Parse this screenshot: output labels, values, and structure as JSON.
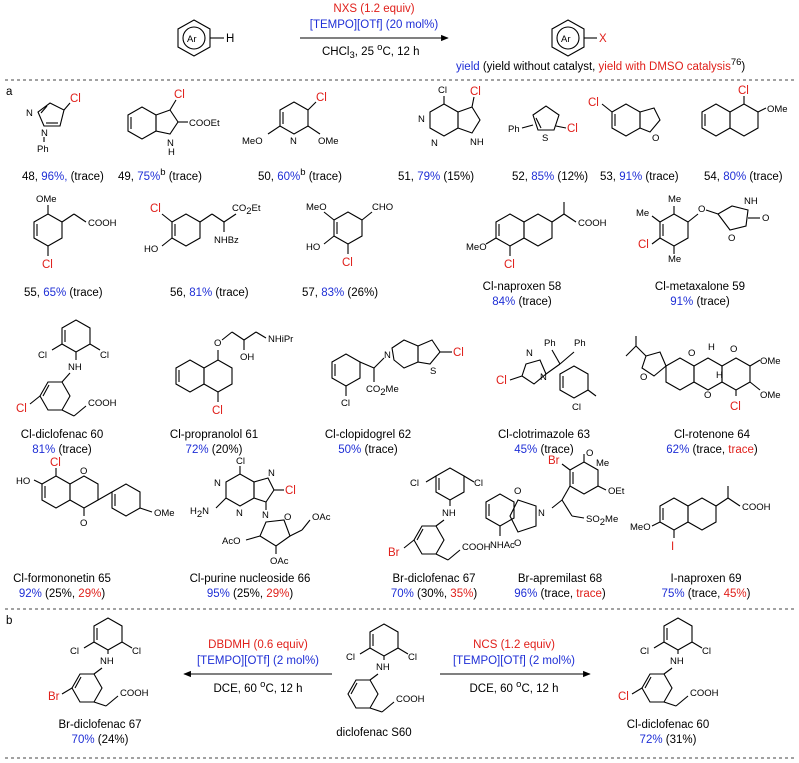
{
  "header": {
    "reagent": "NXS (1.2 equiv)",
    "catalyst": "[TEMPO][OTf] (20 mol%)",
    "conditions": "CHCl",
    "conditions_sub": "3",
    "conditions_rest": ", 25 ",
    "conditions_deg": "o",
    "conditions_end": "C, 12 h",
    "sm_ring": "Ar",
    "sm_h": "H",
    "pr_ring": "Ar",
    "pr_x": "X",
    "legend_yield": "yield",
    "legend_mid": " (yield without catalyst, ",
    "legend_dmso": "yield with DMSO catalysis",
    "legend_ref": "76",
    "legend_end": ")"
  },
  "panel_a": "a",
  "panel_b": "b",
  "entries": [
    {
      "pre": "48, ",
      "y": "96%,",
      "mid": " (trace)",
      "dmso": "",
      "end": ""
    },
    {
      "pre": "49, ",
      "y": "75%",
      "sup": "b",
      "mid": " (trace)"
    },
    {
      "pre": "50, ",
      "y": "60%",
      "sup": "b",
      "mid": " (trace)"
    },
    {
      "pre": "51, ",
      "y": "79%",
      "mid": " (15%)"
    },
    {
      "pre": "52,  ",
      "y": "85%",
      "mid": " (12%)"
    },
    {
      "pre": "53, ",
      "y": "91%",
      "mid": " (trace)"
    },
    {
      "pre": "54, ",
      "y": "80%",
      "mid": " (trace)"
    },
    {
      "pre": "55, ",
      "y": "65%",
      "mid": " (trace)"
    },
    {
      "pre": "56, ",
      "y": "81%",
      "mid": " (trace)"
    },
    {
      "pre": "57, ",
      "y": "83%",
      "mid": " (26%)"
    },
    {
      "name": "Cl-naproxen 58",
      "y": "84%",
      "mid": " (trace)"
    },
    {
      "name": "Cl-metaxalone 59",
      "y": "91%",
      "mid": " (trace)"
    },
    {
      "name": "Cl-diclofenac 60",
      "y": "81%",
      "mid": " (trace)"
    },
    {
      "name": "Cl-propranolol 61",
      "y": "72%",
      "mid": " (20%)"
    },
    {
      "name": "Cl-clopidogrel 62",
      "y": "50%",
      "mid": " (trace)"
    },
    {
      "name": "Cl-clotrimazole 63",
      "y": "45%",
      "mid": " (trace)"
    },
    {
      "name": "Cl-rotenone 64",
      "y": "62%",
      "mid": " (trace, ",
      "dmso": "trace",
      "end": ")"
    },
    {
      "name": "Cl-formononetin 65",
      "y": "92%",
      "mid": " (25%, ",
      "dmso": "29%",
      "end": ")"
    },
    {
      "name": "Cl-purine  nucleoside 66",
      "y": "95%",
      "mid": " (25%, ",
      "dmso": "29%",
      "end": ")"
    },
    {
      "name": "Br-diclofenac 67",
      "y": "70%",
      "mid": " (30%, ",
      "dmso": "35%",
      "end": ")"
    },
    {
      "name": "Br-apremilast 68",
      "y": "96%",
      "mid": " (trace, ",
      "dmso": "trace",
      "end": ")"
    },
    {
      "name": "I-naproxen 69",
      "y": "75%",
      "mid": " (trace, ",
      "dmso": "45%",
      "end": ")"
    }
  ],
  "panel_b_data": {
    "left_reagent": "DBDMH (0.6 equiv)",
    "left_cat": "[TEMPO][OTf] (2 mol%)",
    "left_cond": "DCE, 60 ",
    "left_cond_end": "C, 12 h",
    "right_reagent": "NCS (1.2 equiv)",
    "right_cat": "[TEMPO][OTf] (2 mol%)",
    "right_cond": "DCE, 60 ",
    "right_cond_end": "C, 12 h",
    "deg": "o",
    "sm_name": "diclofenac S60",
    "left_name": "Br-diclofenac 67",
    "left_yield": "70%",
    "left_rest": " (24%)",
    "right_name": "Cl-diclofenac 60",
    "right_yield": "72%",
    "right_rest": " (31%)"
  },
  "atoms": {
    "Cl": "Cl",
    "Br": "Br",
    "I": "I",
    "N": "N",
    "NH": "NH",
    "H": "H",
    "O": "O",
    "Ph": "Ph",
    "COOEt": "COOEt",
    "OMe": "OMe",
    "MeO": "MeO",
    "COOH": "COOH",
    "CO2Et": "CO",
    "NHBz": "NHBz",
    "HO": "HO",
    "CHO": "CHO",
    "Me": "Me",
    "NHiPr": "NHiPr",
    "OH": "OH",
    "S": "S",
    "CO2Me": "CO",
    "H2N": "H",
    "OAc": "OAc",
    "AcO": "AcO",
    "OEt": "OEt",
    "NHAc": "NHAc",
    "SO2Me": "SO",
    "Et": "Et",
    "iPr": "iPr"
  }
}
